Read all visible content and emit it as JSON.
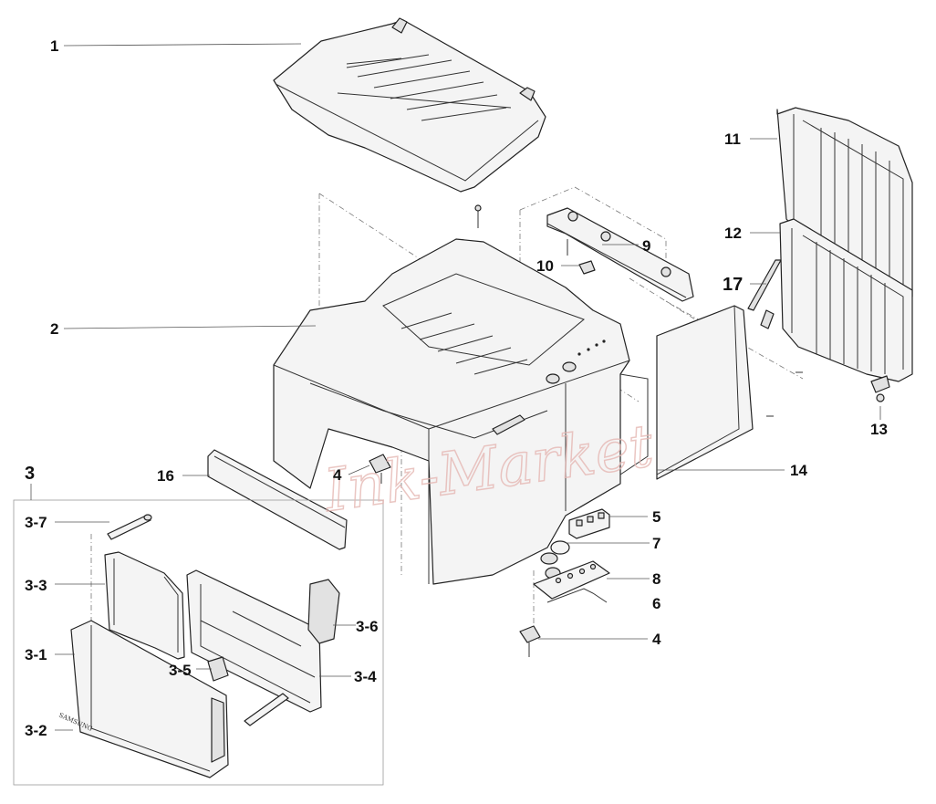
{
  "diagram": {
    "callouts": {
      "c1": "1",
      "c2": "2",
      "c3": "3",
      "c3_1": "3-1",
      "c3_2": "3-2",
      "c3_3": "3-3",
      "c3_4": "3-4",
      "c3_5": "3-5",
      "c3_6": "3-6",
      "c3_7": "3-7",
      "c4a": "4",
      "c4b": "4",
      "c5": "5",
      "c6": "6",
      "c7": "7",
      "c8": "8",
      "c9": "9",
      "c10": "10",
      "c11": "11",
      "c12": "12",
      "c13": "13",
      "c14": "14",
      "c16": "16",
      "c17": "17"
    },
    "tray_brand": "SAMSUNG",
    "watermark": {
      "text": "Ink-Market",
      "colors": {
        "blue": "#a9c8ef",
        "orange": "#f6cf8e",
        "red": "#e6b8b4"
      }
    }
  }
}
